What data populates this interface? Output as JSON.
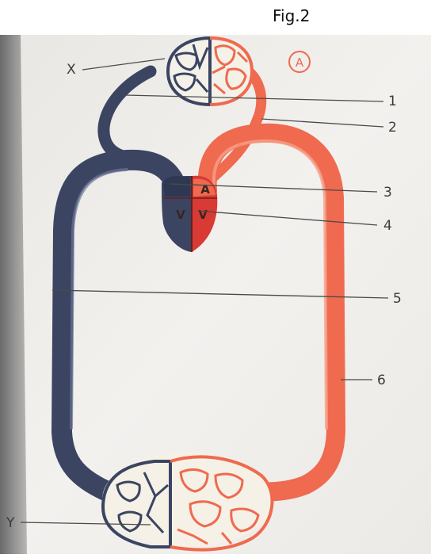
{
  "figure_title": "Fig.2",
  "diagram": {
    "corner_label": "A",
    "labels": {
      "x": "X",
      "y": "Y",
      "n1": "1",
      "n2": "2",
      "n3": "3",
      "n4": "4",
      "n5": "5",
      "n6": "6"
    },
    "heart_labels": {
      "atrium_right": "A",
      "ventricle_left": "V",
      "ventricle_right": "V"
    }
  },
  "colors": {
    "deoxygenated": "#3b4562",
    "oxygenated": "#ef6a4f",
    "heart_right_chamber": "#d93a34",
    "paper": "#f1efec"
  }
}
